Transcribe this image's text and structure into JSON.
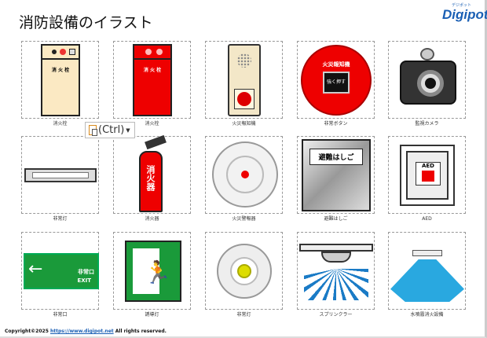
{
  "title": "消防設備のイラスト",
  "logo": {
    "text": "Digipot",
    "sub": "デジポット"
  },
  "items": [
    {
      "label": "消火栓",
      "sign": "消 火 栓"
    },
    {
      "label": "消火栓",
      "sign": "消 火 栓"
    },
    {
      "label": "火災報知機"
    },
    {
      "label": "非常ボタン",
      "ring": "火災報知機",
      "button": "強く押す"
    },
    {
      "label": "監視カメラ"
    },
    {
      "label": "非常灯"
    },
    {
      "label": "消火器",
      "sign": "消火器"
    },
    {
      "label": "火災警報器"
    },
    {
      "label": "避難はしご",
      "sign": "避難はしご"
    },
    {
      "label": "AED",
      "sign": "AED"
    },
    {
      "label": "非常口",
      "sign": "非常口",
      "sign2": "EXIT"
    },
    {
      "label": "誘導灯"
    },
    {
      "label": "非常灯"
    },
    {
      "label": "スプリンクラー"
    },
    {
      "label": "水噴霧消火設備"
    }
  ],
  "paste": {
    "label": "(Ctrl)",
    "icon": "clipboard-icon"
  },
  "footer": {
    "copyright": "Copyright©2025",
    "link": "https://www.digipot.net",
    "rights": "All rights reserved."
  }
}
